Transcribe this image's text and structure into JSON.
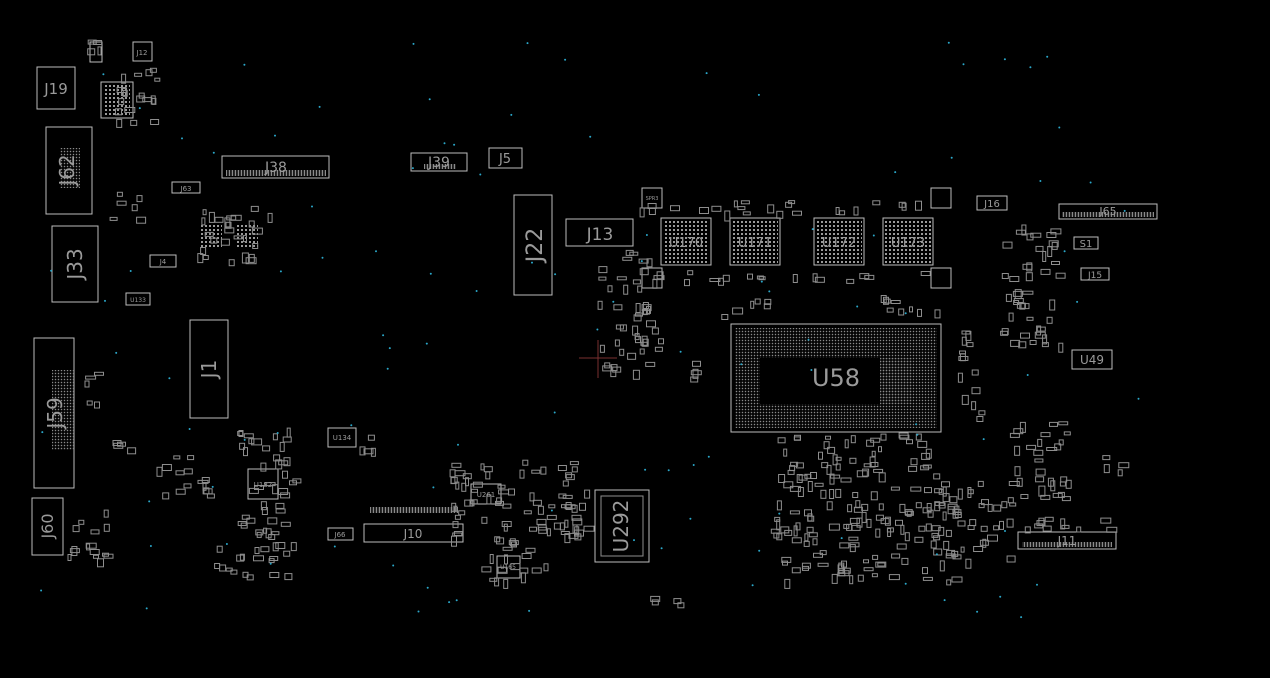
{
  "canvas": {
    "background": "#000000",
    "outline": "#bdbdbd",
    "pad": "#8e8e8e",
    "via": "#2aa7c9"
  },
  "labels": {
    "j19": "J19",
    "j12": "J12",
    "j62": "J62",
    "j38": "J38",
    "j39": "J39",
    "j5": "J5",
    "j22": "J22",
    "j13": "J13",
    "j63": "J63",
    "j33": "J33",
    "j4": "J4",
    "u133": "U133",
    "j1": "J1",
    "j59": "J59",
    "j60": "J60",
    "u134": "U134",
    "u182": "U182",
    "j66": "J66",
    "j10": "J10",
    "u261": "U261",
    "u165": "U165",
    "u292": "U292",
    "u170": "U170",
    "u171": "U171",
    "u172": "U172",
    "u173": "U173",
    "u58": "U58",
    "j16": "J16",
    "j65": "J65",
    "s1": "S1",
    "j15": "J15",
    "u49": "U49",
    "j11": "J11",
    "spr3": "SPR3"
  }
}
